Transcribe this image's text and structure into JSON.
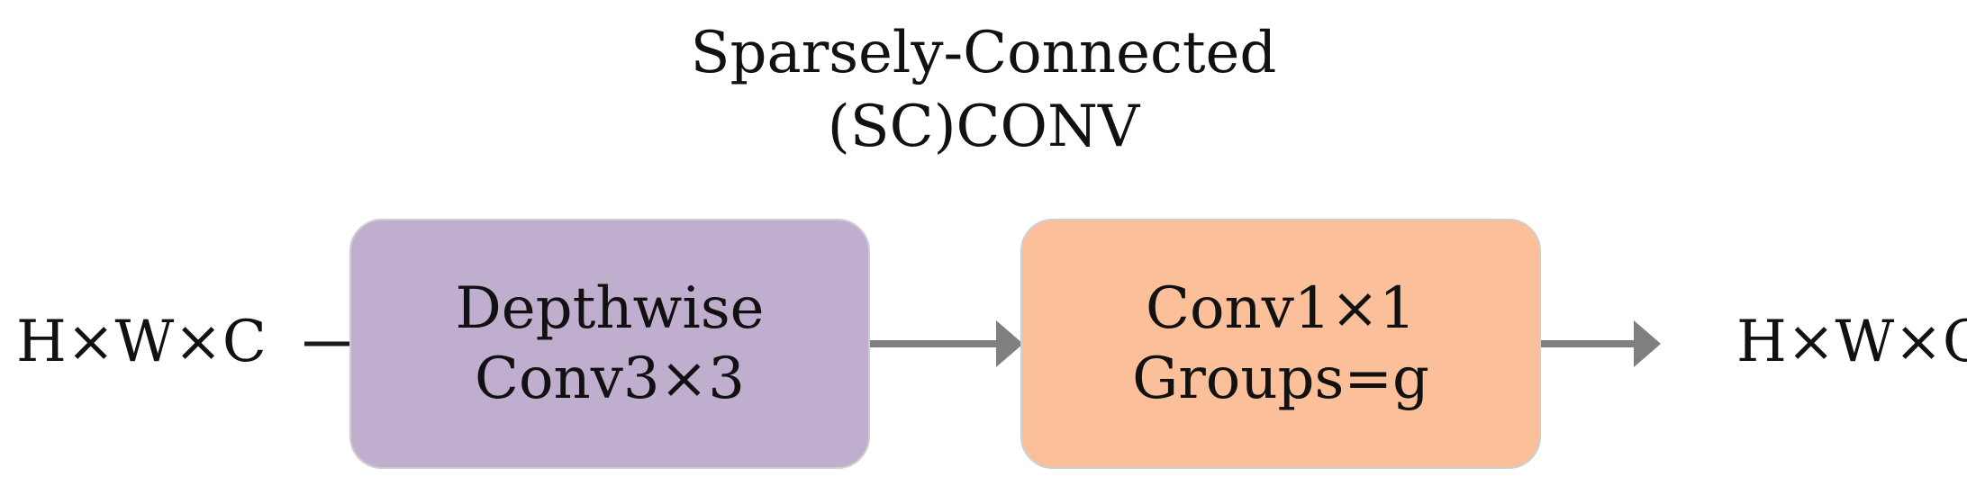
{
  "title": {
    "line1": "Sparsely-Connected",
    "line2": "(SC)CONV"
  },
  "input_label": "H×W×C",
  "output_label": "H×W×C",
  "blocks": [
    {
      "line1": "Depthwise",
      "line2": "Conv3×3",
      "fill": "#c0aecf"
    },
    {
      "line1": "Conv1×1",
      "line2": "Groups=g",
      "fill": "#fbc09a"
    }
  ],
  "colors": {
    "arrow": "#7f7f7f",
    "input_line": "#1a1a1a",
    "text": "#111111",
    "block_border": "#cfcfcf"
  }
}
